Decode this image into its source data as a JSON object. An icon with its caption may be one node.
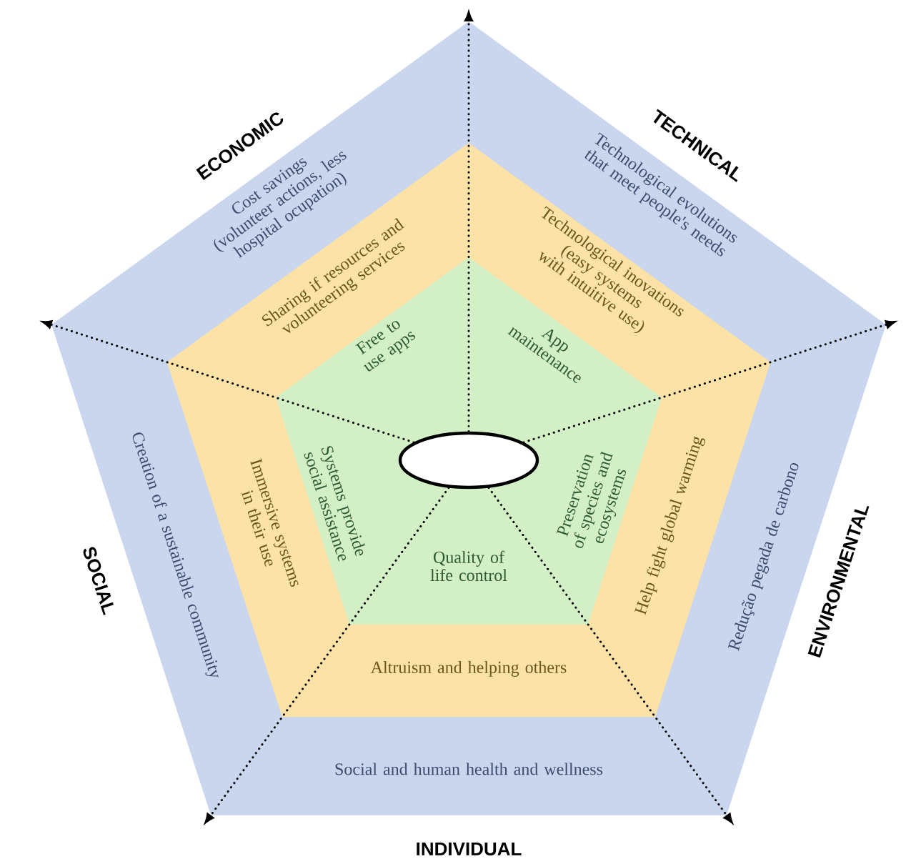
{
  "diagram": {
    "nodes": [
      {
        "text": [
          "Cost savings (volunteer actions, less hospital ocupation)",
          "Technological evolutions that meet people's needs",
          "Redução pegada de carbono",
          "Social and human health and wellness",
          "Creation of a sustainable community"
        ]
      },
      {
        "text": [
          "Sharing if resources and volunteering services",
          "Technological inovations (easy systems with intuitive use)",
          "Help fight global warming",
          "Altruism and helping others",
          "Immersive systems in their use"
        ],
        "in": 0
      },
      {
        "text": [
          "Free to use apps",
          "App maintenance",
          "Preservation of species and ecosystems",
          "Quality of life control",
          "Systems provide social assistance"
        ],
        "in": 1
      },
      {
        "text": [],
        "shape": "ellipse",
        "in": 2
      }
    ],
    "edges": [
      {
        "from": 3,
        "to": null,
        "arrow": "to",
        "style": "dashed"
      },
      {
        "from": 3,
        "to": null,
        "arrow": "to",
        "style": "dashed"
      },
      {
        "from": 3,
        "to": null,
        "arrow": "to",
        "style": "dashed"
      },
      {
        "from": 3,
        "to": null,
        "arrow": "to",
        "style": "dashed"
      },
      {
        "from": 3,
        "to": null,
        "arrow": "to",
        "style": "dashed"
      }
    ],
    "labels": [
      "ECONOMIC",
      "TECHNICAL",
      "ENVIRONMENTAL",
      "INDIVIDUAL",
      "SOCIAL"
    ]
  }
}
